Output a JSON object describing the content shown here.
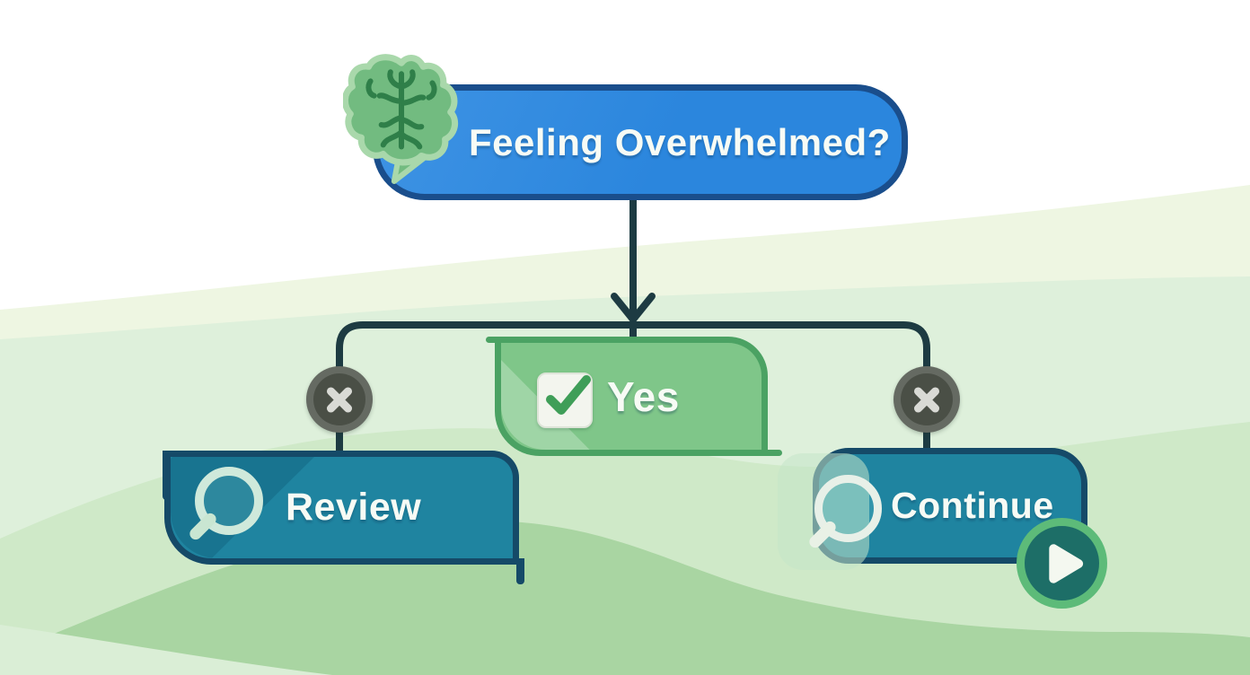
{
  "flowchart": {
    "title_context": "decision flowchart",
    "root": {
      "label": "Feeling Overwhelmed?",
      "icon": "brain-icon"
    },
    "branches": [
      {
        "id": "review",
        "label": "Review",
        "icon": "magnifier-icon",
        "connector_icon": "x-circle-icon"
      },
      {
        "id": "yes",
        "label": "Yes",
        "icon": "checkbox-checked-icon"
      },
      {
        "id": "continue",
        "label": "Continue",
        "icon": "magnifier-icon",
        "connector_icon": "x-circle-icon",
        "action_icon": "play-icon"
      }
    ]
  },
  "palette": {
    "root_fill": "#2b86dd",
    "root_border": "#1a4e8c",
    "yes_fill": "#7fc689",
    "yes_border": "#4ba263",
    "teal_fill": "#1f84a0",
    "teal_border": "#154a68",
    "connector_line": "#1d3b42",
    "x_badge_outer": "#656a62",
    "x_badge_inner": "#4a4f46",
    "x_glyph": "#d9dad5",
    "play_ring": "#5dbb79",
    "play_fill": "#1d6e67",
    "check_green": "#3f9e58",
    "brain_green": "#72bb80",
    "bg_wave_light": "#def0db",
    "bg_wave_medium": "#a9d5a2"
  }
}
